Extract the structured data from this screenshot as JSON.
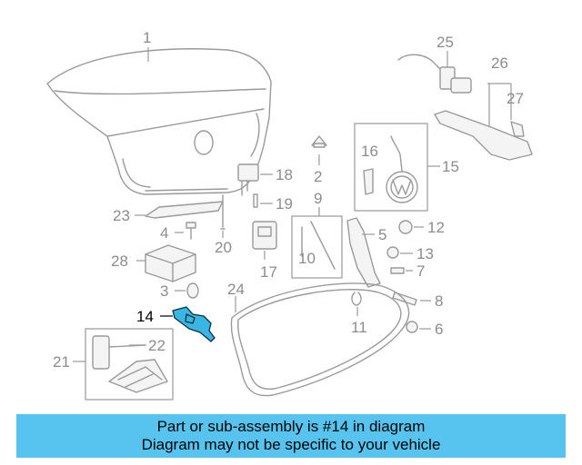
{
  "diagram": {
    "highlight_color": "#39b6e4",
    "highlighted_callout": "14",
    "callouts": [
      "1",
      "2",
      "3",
      "4",
      "5",
      "6",
      "7",
      "8",
      "9",
      "10",
      "11",
      "12",
      "13",
      "14",
      "15",
      "16",
      "17",
      "18",
      "19",
      "20",
      "21",
      "22",
      "23",
      "24",
      "25",
      "26",
      "27",
      "28"
    ]
  },
  "banner": {
    "background": "#56c4ef",
    "line1": "Part or sub-assembly is #14 in diagram",
    "line2": "Diagram may not be specific to your vehicle"
  }
}
